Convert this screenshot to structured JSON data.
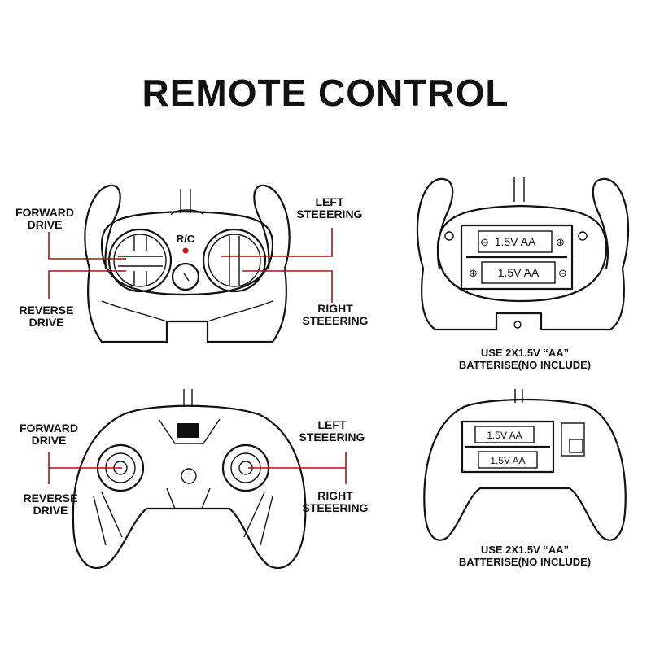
{
  "title": "REMOTE CONTROL",
  "wheel_remote": {
    "brand_mark": "R/C",
    "labels": {
      "forward": [
        "FORWARD",
        "DRIVE"
      ],
      "reverse": [
        "REVERSE",
        "DRIVE"
      ],
      "left": [
        "LEFT",
        "STEEERING"
      ],
      "right": [
        "RIGHT",
        "STEEERING"
      ]
    },
    "battery_labels": [
      "1.5V AA",
      "1.5V AA"
    ],
    "battery_note": [
      "USE 2X1.5V “AA”",
      "BATTERISE(NO INCLUDE)"
    ]
  },
  "gamepad_remote": {
    "labels": {
      "forward": [
        "FORWARD",
        "DRIVE"
      ],
      "reverse": [
        "REVERSE",
        "DRIVE"
      ],
      "left": [
        "LEFT",
        "STEEERING"
      ],
      "right": [
        "RIGHT",
        "STEEERING"
      ]
    },
    "battery_labels": [
      "1.5V AA",
      "1.5V AA"
    ],
    "battery_note": [
      "USE 2X1.5V “AA”",
      "BATTERISE(NO INCLUDE)"
    ]
  },
  "colors": {
    "leader_line": "#b01010",
    "indicator": "#cc1111"
  }
}
